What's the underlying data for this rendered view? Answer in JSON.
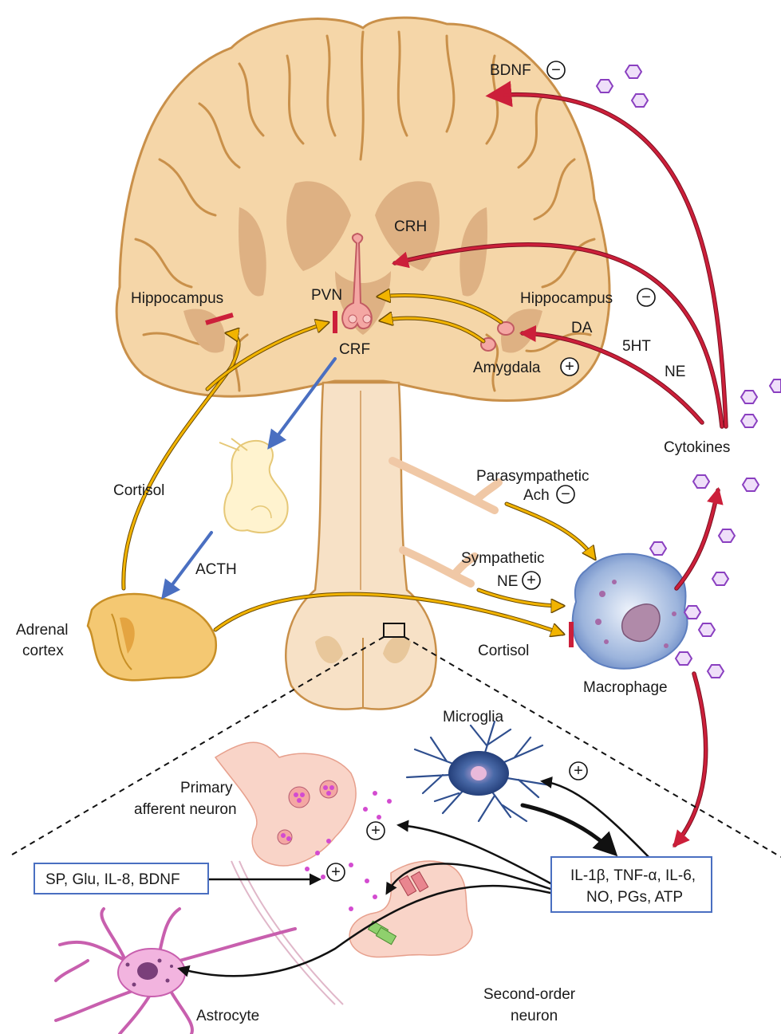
{
  "labels": {
    "bdnf": "BDNF",
    "crh": "CRH",
    "hippocampus_left": "Hippocampus",
    "pvn": "PVN",
    "crf": "CRF",
    "hippocampus_right": "Hippocampus",
    "da": "DA",
    "ht5": "5HT",
    "ne_top": "NE",
    "amygdala": "Amygdala",
    "cytokines": "Cytokines",
    "cortisol_left": "Cortisol",
    "parasympathetic": "Parasympathetic",
    "ach": "Ach",
    "acth": "ACTH",
    "sympathetic": "Sympathetic",
    "ne_sym": "NE",
    "adrenal_line1": "Adrenal",
    "adrenal_line2": "cortex",
    "cortisol_right": "Cortisol",
    "macrophage": "Macrophage",
    "microglia": "Microglia",
    "primary_line1": "Primary",
    "primary_line2": "afferent neuron",
    "box_left": "SP, Glu, IL-8, BDNF",
    "box_right_line1": "IL-1β, TNF-α, IL-6,",
    "box_right_line2": "NO, PGs, ATP",
    "astrocyte": "Astrocyte",
    "second_line1": "Second-order",
    "second_line2": "neuron"
  },
  "signs": {
    "bdnf": "−",
    "hippocampus": "−",
    "amygdala": "+",
    "ach": "−",
    "ne": "+",
    "microglia": "+",
    "synapse_upper": "+",
    "synapse_lower": "+"
  },
  "colors": {
    "brain_fill": "#f5d6a8",
    "brain_outline": "#c9904a",
    "pathway_yellow": "#f2b400",
    "pathway_red": "#cc1f3a",
    "pathway_blue": "#4a6fc1",
    "cytokine_purple": "#8a3fc0",
    "microglia_blue": "#2f4f8f",
    "neuron_pink": "#f7c4b4"
  }
}
